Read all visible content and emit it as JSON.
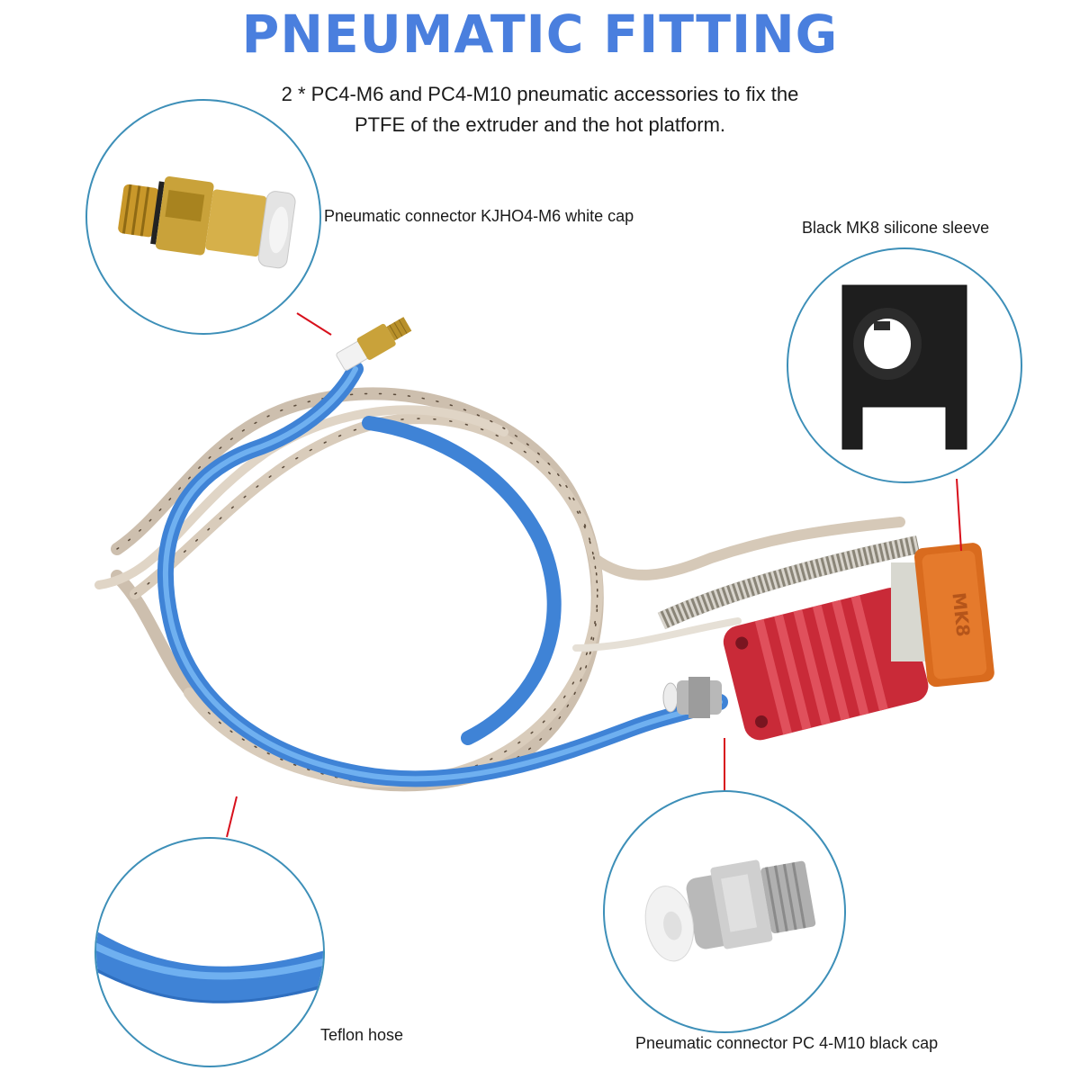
{
  "header": {
    "title": "PNEUMATIC FITTING",
    "subtitle_line1": "2 * PC4-M6 and PC4-M10 pneumatic accessories to fix the",
    "subtitle_line2": "PTFE of the extruder and the hot platform."
  },
  "callouts": [
    {
      "id": "m6-connector",
      "label": "Pneumatic connector KJHO4-M6 white cap",
      "icon": "brass-pneumatic-fitting-icon"
    },
    {
      "id": "silicone-sleeve",
      "label": "Black MK8 silicone sleeve",
      "icon": "silicone-sleeve-icon"
    },
    {
      "id": "m10-connector",
      "label": "Pneumatic connector PC 4-M10 black cap",
      "icon": "steel-pneumatic-fitting-icon"
    },
    {
      "id": "teflon-hose",
      "label": "Teflon hose",
      "icon": "ptfe-tube-icon"
    }
  ],
  "product": {
    "heatsink_marking": "MK8",
    "part": "hotend-assembly"
  },
  "colors": {
    "title_blue": "#4a7fde",
    "circle_border": "#3d8fb8",
    "callout_line": "#d8101c",
    "ptfe_blue": "#4a90e2",
    "heatsink_red": "#d0323f",
    "sleeve_orange": "#d96b1e",
    "brass": "#c9a23a"
  }
}
